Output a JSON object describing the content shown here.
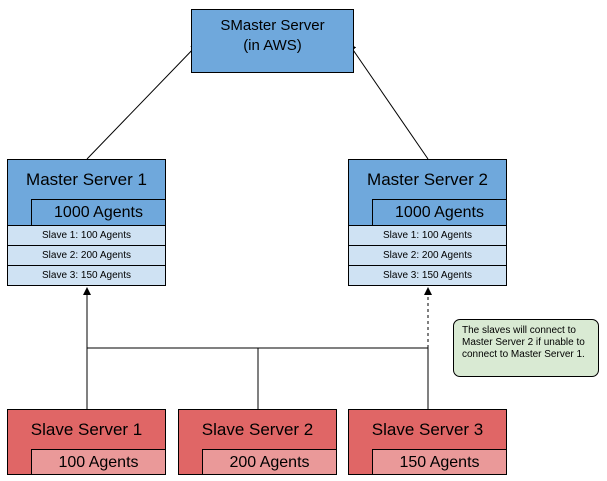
{
  "smaster": {
    "title": "SMaster Server\n(in AWS)"
  },
  "masters": [
    {
      "title": "Master Server 1",
      "agents": "1000 Agents",
      "slaves": [
        "Slave 1: 100 Agents",
        "Slave 2: 200 Agents",
        "Slave 3: 150 Agents"
      ]
    },
    {
      "title": "Master Server 2",
      "agents": "1000 Agents",
      "slaves": [
        "Slave 1: 100 Agents",
        "Slave 2: 200 Agents",
        "Slave 3: 150 Agents"
      ]
    }
  ],
  "slaves": [
    {
      "title": "Slave Server 1",
      "agents": "100 Agents"
    },
    {
      "title": "Slave Server 2",
      "agents": "200 Agents"
    },
    {
      "title": "Slave Server 3",
      "agents": "150 Agents"
    }
  ],
  "note": {
    "text": "The slaves will connect to Master Server 2 if unable to connect to Master Server 1."
  },
  "colors": {
    "server_blue": "#6fa8dc",
    "slave_row_blue": "#cfe2f3",
    "server_red": "#e06666",
    "agents_red": "#ea9999",
    "note_green": "#d9ead3"
  }
}
